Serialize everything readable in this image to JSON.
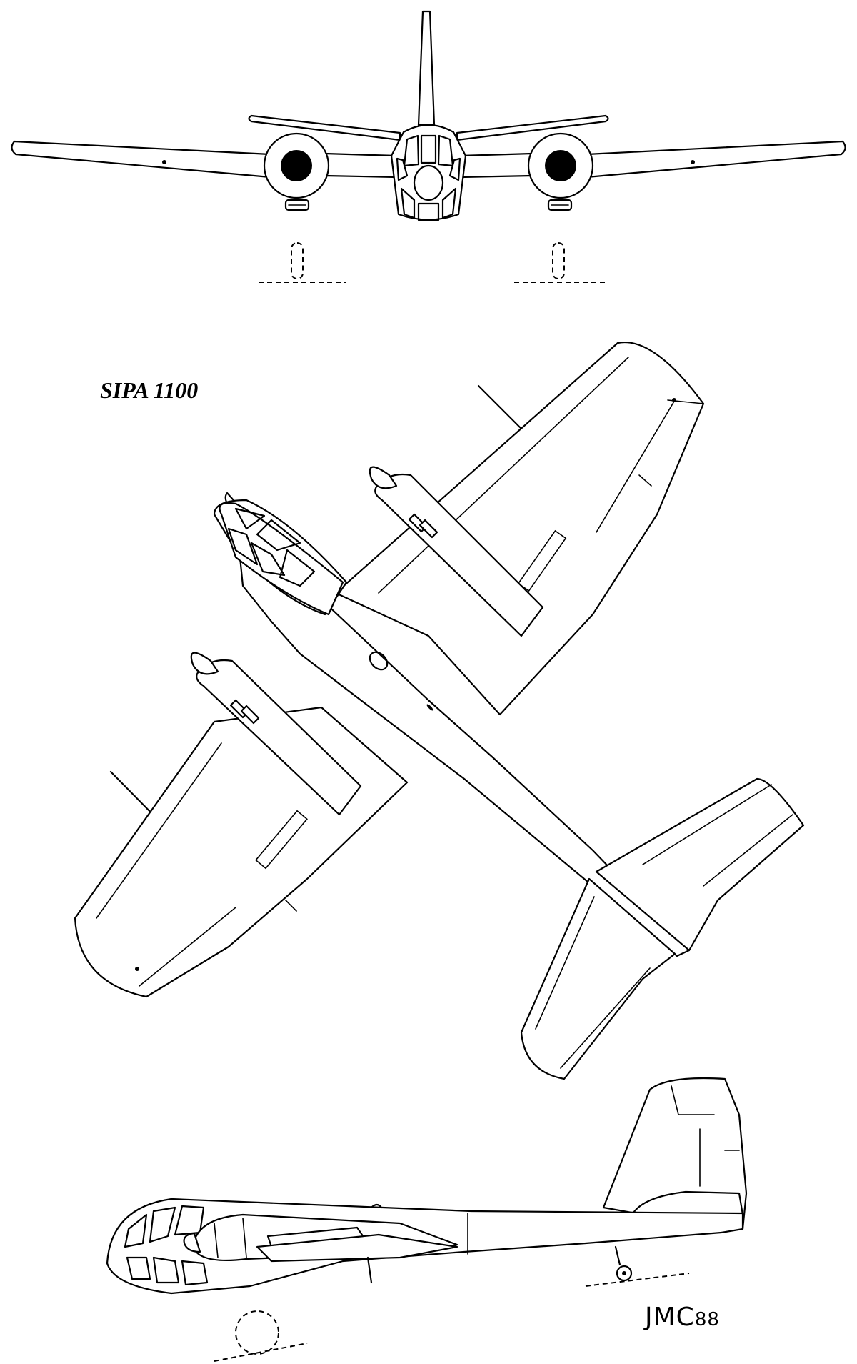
{
  "title": "SIPA 1100",
  "signature": {
    "initials": "JMC",
    "year": "88"
  },
  "colors": {
    "ink": "#000000",
    "paper": "#ffffff"
  }
}
